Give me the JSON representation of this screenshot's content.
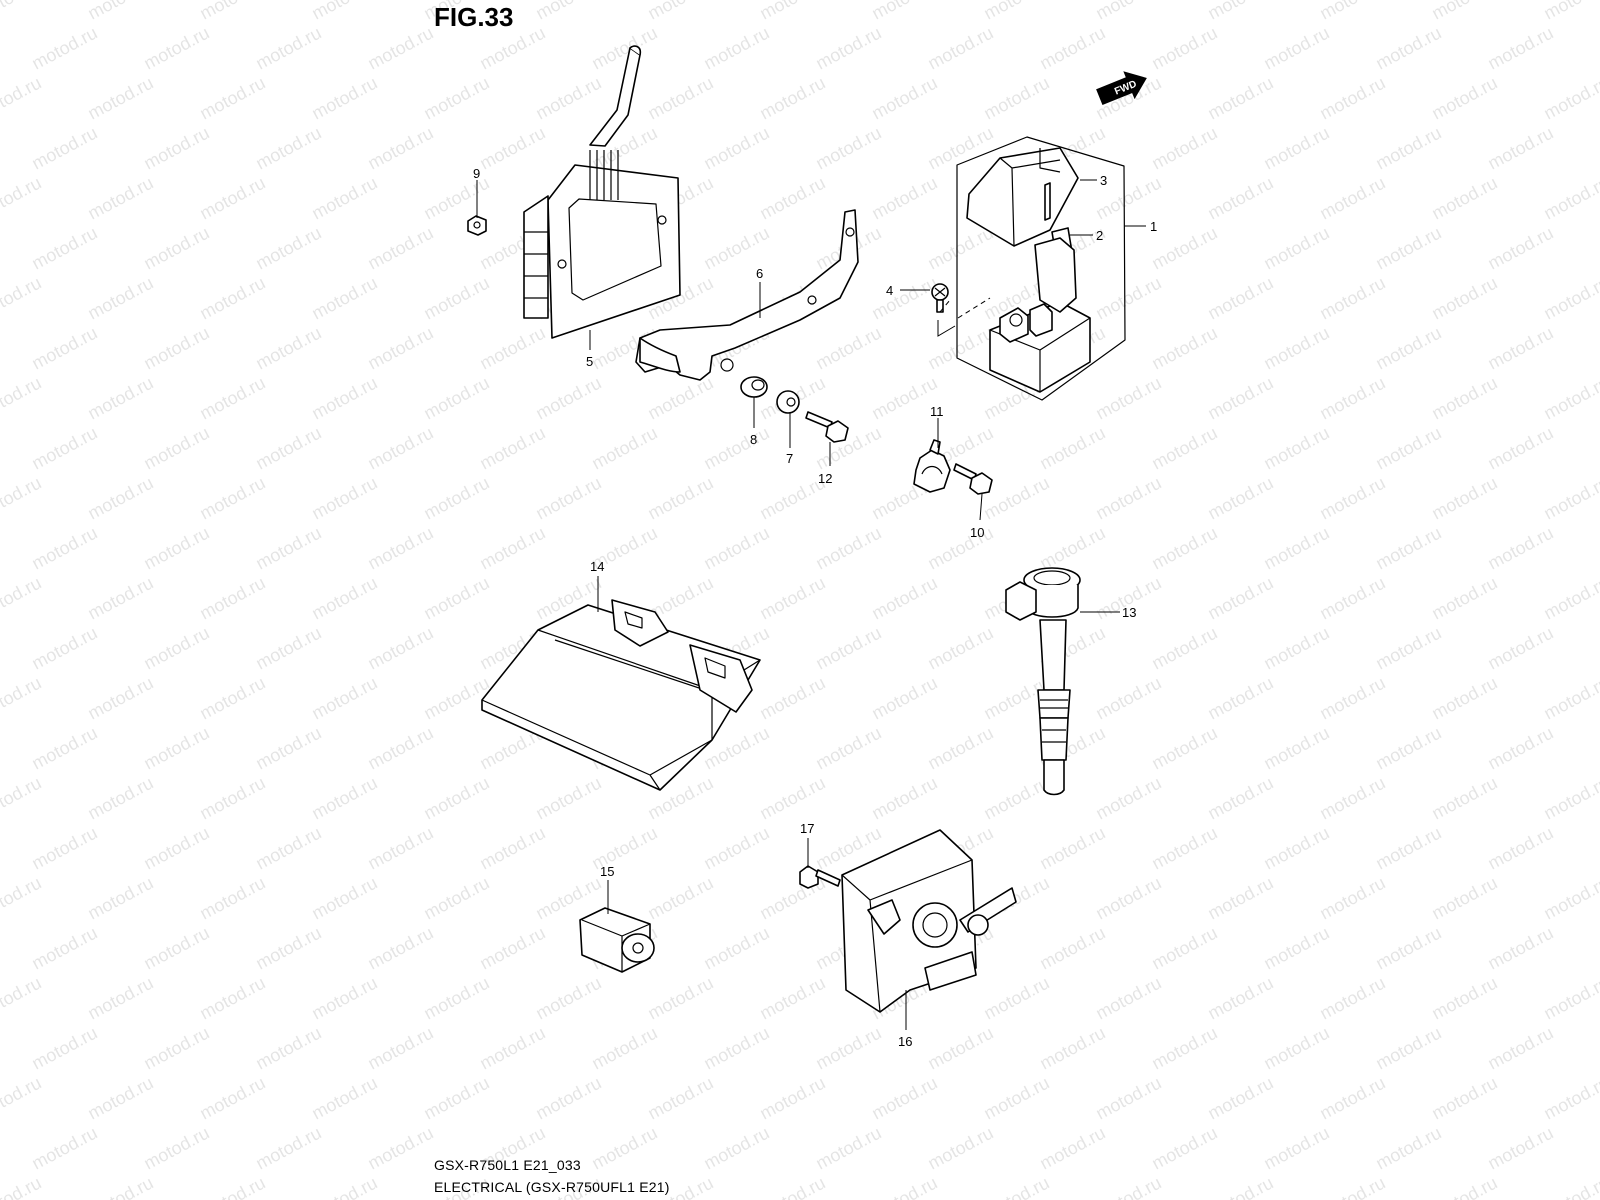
{
  "figure": {
    "title": "FIG.33",
    "watermark": "motod.ru",
    "fwd_label": "FWD",
    "caption_line1": "GSX-R750L1 E21_033",
    "caption_line2": "ELECTRICAL (GSX-R750UFL1 E21)"
  },
  "callouts": [
    "1",
    "2",
    "3",
    "4",
    "5",
    "6",
    "7",
    "8",
    "9",
    "10",
    "11",
    "12",
    "13",
    "14",
    "15",
    "16",
    "17"
  ],
  "parts": [
    "regulator-rectifier",
    "regulator-bracket",
    "starter-relay-assembly",
    "fuse",
    "relay-cover",
    "relay-screw",
    "grommet",
    "collar",
    "nut",
    "bolt-12",
    "clamp-11",
    "bolt-10",
    "ignition-coil",
    "ecm",
    "sensor-15",
    "sensor-16",
    "bolt-17"
  ]
}
